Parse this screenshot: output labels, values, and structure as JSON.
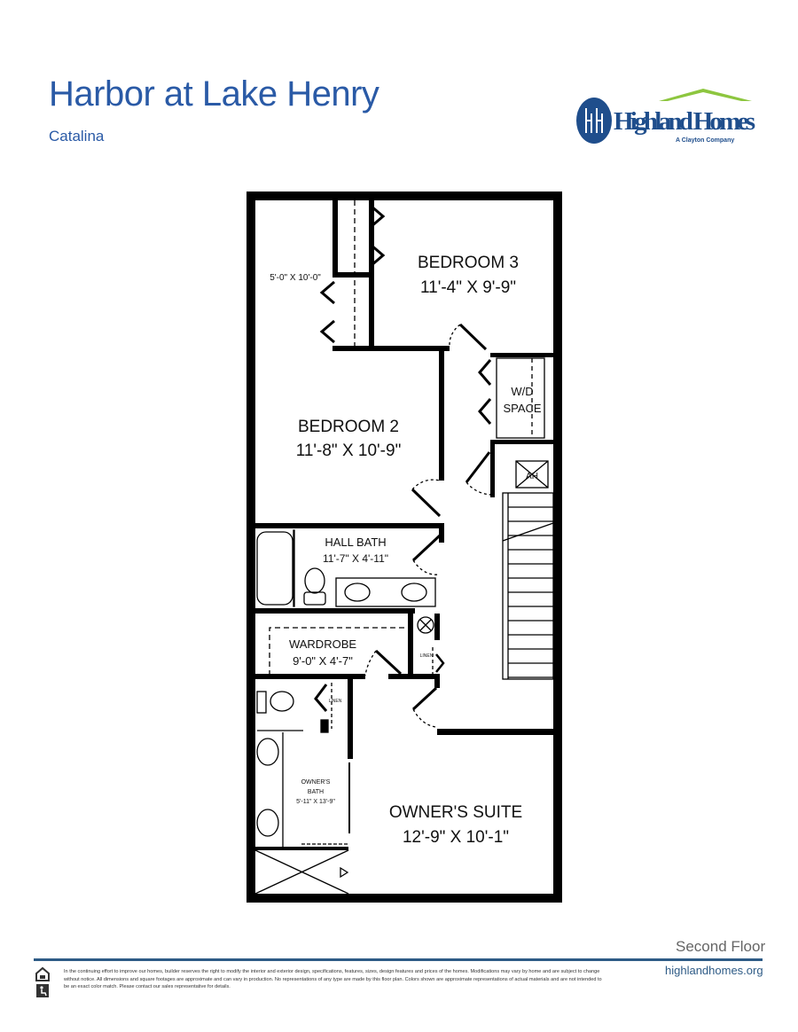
{
  "header": {
    "title": "Harbor at Lake Henry",
    "subtitle": "Catalina"
  },
  "logo": {
    "name": "Highland Homes",
    "tagline": "A Clayton Company",
    "colors": {
      "blue": "#1f4e8c",
      "green": "#8dc63f"
    }
  },
  "plan": {
    "rooms": [
      {
        "name": "BEDROOM 3",
        "dims": "11'-4\" X 9'-9\""
      },
      {
        "name": "BEDROOM 2",
        "dims": "11'-8\" X 10'-9\""
      },
      {
        "name": "HALL BATH",
        "dims": "11'-7\" X 4'-11\""
      },
      {
        "name": "WARDROBE",
        "dims": "9'-0\" X 4'-7\""
      },
      {
        "name": "OWNER'S SUITE",
        "dims": "12'-9\" X 10'-1\""
      },
      {
        "name": "OWNER'S",
        "name2": "BATH",
        "dims": "5'-11\" X 13'-9\""
      }
    ],
    "closet_dims": "5'-0\" X 10'-0\"",
    "wd_label": "W/D",
    "wd_label2": "SPACE",
    "ah_label": "AH",
    "linen_label": "LINEN"
  },
  "footer": {
    "floor": "Second Floor",
    "website": "highlandhomes.org",
    "disclaimer": "In the continuing effort to improve our homes, builder reserves the right to modify the interior and exterior design, specifications, features, sizes, design features and prices of the homes. Modifications may vary by home and are subject to change without notice. All dimensions and square footages are approximate and can vary in production. No representations of any type are made by this floor plan. Colors shown are approximate representations of actual materials and are not intended to be an exact color match. Please contact our sales representative for details."
  }
}
